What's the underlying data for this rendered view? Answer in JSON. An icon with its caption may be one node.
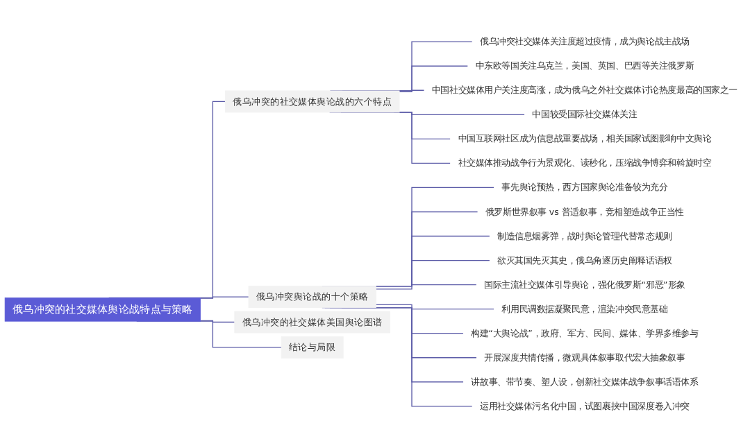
{
  "diagram": {
    "nodes": [
      {
        "text": [
          "俄乌冲突的社交媒体舆论战特点与策略"
        ]
      },
      {
        "text": [
          "俄乌冲突的社交媒体舆论战的六个特点"
        ]
      },
      {
        "text": [
          "俄乌冲突社交媒体关注度超过疫情，成为舆论战主战场"
        ]
      },
      {
        "text": [
          "中东欧等国关注乌克兰，美国、英国、巴西等关注俄罗斯"
        ]
      },
      {
        "text": [
          "中国社交媒体用户关注度高涨，成为俄乌之外社交媒体讨论热度最高的国家之一"
        ]
      },
      {
        "text": [
          "中国较受国际社交媒体关注"
        ]
      },
      {
        "text": [
          "中国互联网社区成为信息战重要战场，相关国家试图影响中文舆论"
        ]
      },
      {
        "text": [
          "社交媒体推动战争行为景观化、读秒化，压缩战争博弈和斡旋时空"
        ]
      },
      {
        "text": [
          "俄乌冲突舆论战的十个策略"
        ]
      },
      {
        "text": [
          "事先舆论预热，西方国家舆论准备较为充分"
        ]
      },
      {
        "text": [
          "俄罗斯世界叙事 vs 普适叙事，竞相塑造战争正当性"
        ]
      },
      {
        "text": [
          "制造信息烟雾弹，战时舆论管理代替常态规则"
        ]
      },
      {
        "text": [
          "欲灭其国先灭其史，俄乌角逐历史阐释话语权"
        ]
      },
      {
        "text": [
          "国际主流社交媒体引导舆论，强化俄罗斯“邪恶”形象"
        ]
      },
      {
        "text": [
          "利用民调数据凝聚民意，渲染冲突民意基础"
        ]
      },
      {
        "text": [
          "构建“大舆论战”，政府、军方、民间、媒体、学界多维参与"
        ]
      },
      {
        "text": [
          "开展深度共情传播，微观具体叙事取代宏大抽象叙事"
        ]
      },
      {
        "text": [
          "讲故事、带节奏、塑人设，创新社交媒体战争叙事话语体系"
        ]
      },
      {
        "text": [
          "运用社交媒体污名化中国，试图裹挟中国深度卷入冲突"
        ]
      },
      {
        "text": [
          "俄乌冲突的社交媒体美国舆论图谱"
        ]
      },
      {
        "text": [
          "结论与局限"
        ]
      }
    ],
    "edges": [
      {
        "from": 0,
        "to": 1,
        "arrow": "none"
      },
      {
        "from": 1,
        "to": 2,
        "arrow": "none"
      },
      {
        "from": 1,
        "to": 3,
        "arrow": "none"
      },
      {
        "from": 1,
        "to": 4,
        "arrow": "none"
      },
      {
        "from": 1,
        "to": 5,
        "arrow": "none"
      },
      {
        "from": 1,
        "to": 6,
        "arrow": "none"
      },
      {
        "from": 1,
        "to": 7,
        "arrow": "none"
      },
      {
        "from": 0,
        "to": 8,
        "arrow": "none"
      },
      {
        "from": 8,
        "to": 9,
        "arrow": "none"
      },
      {
        "from": 8,
        "to": 10,
        "arrow": "none"
      },
      {
        "from": 8,
        "to": 11,
        "arrow": "none"
      },
      {
        "from": 8,
        "to": 12,
        "arrow": "none"
      },
      {
        "from": 8,
        "to": 13,
        "arrow": "none"
      },
      {
        "from": 8,
        "to": 14,
        "arrow": "none"
      },
      {
        "from": 8,
        "to": 15,
        "arrow": "none"
      },
      {
        "from": 8,
        "to": 16,
        "arrow": "none"
      },
      {
        "from": 8,
        "to": 17,
        "arrow": "none"
      },
      {
        "from": 8,
        "to": 18,
        "arrow": "none"
      },
      {
        "from": 0,
        "to": 19,
        "arrow": "none"
      },
      {
        "from": 0,
        "to": 20,
        "arrow": "none"
      }
    ]
  }
}
